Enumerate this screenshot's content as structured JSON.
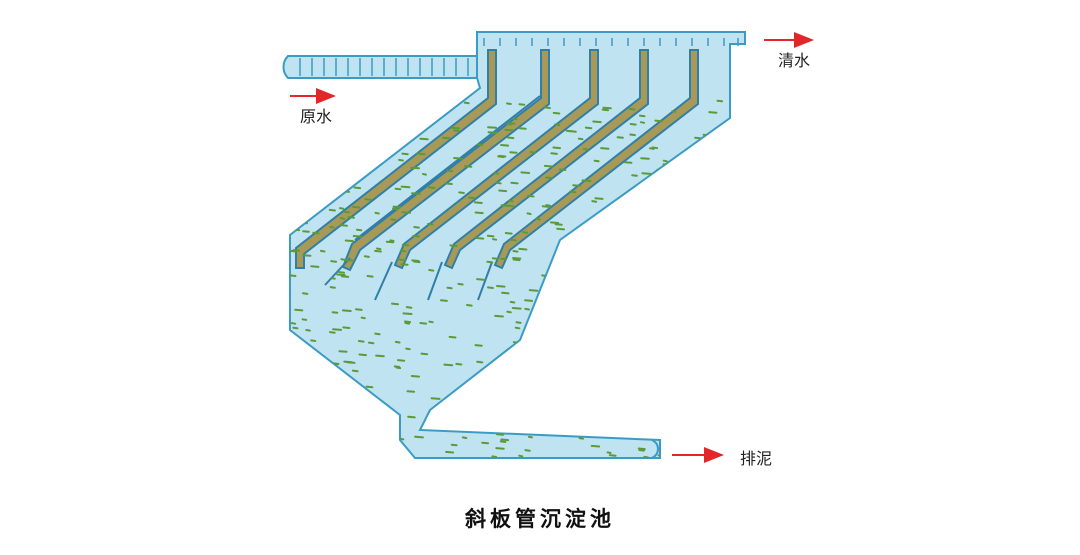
{
  "labels": {
    "inlet": "原水",
    "outlet": "清水",
    "sludge": "排泥"
  },
  "caption": "斜板管沉淀池",
  "colors": {
    "water": "#bfe3f0",
    "outline": "#3a9cc4",
    "plate_fill": "#a89a56",
    "plate_edge": "#2f7fa8",
    "sediment": "#5b9a3a",
    "arrow": "#e3262a"
  }
}
